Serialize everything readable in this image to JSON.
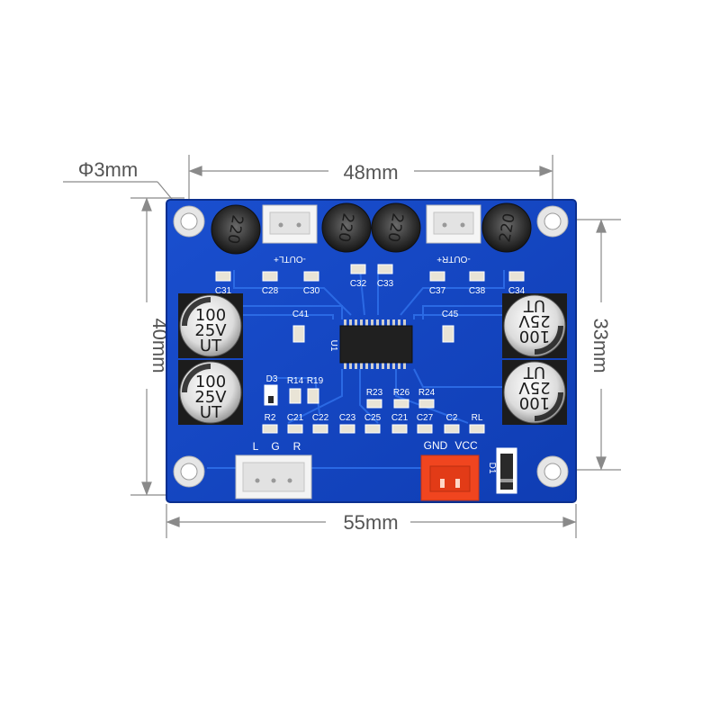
{
  "dimensions": {
    "hole": "Φ3mm",
    "width_holes": "48mm",
    "height_board": "40mm",
    "height_holes": "33mm",
    "width_board": "55mm"
  },
  "capacitors_top": {
    "c1": "220",
    "c2": "220",
    "c3": "220",
    "c4": "220"
  },
  "capacitors_big": {
    "c1": {
      "value": "100",
      "voltage": "25V",
      "brand": "UT"
    },
    "c2": {
      "value": "100",
      "voltage": "25V",
      "brand": "UT"
    },
    "c3": {
      "value": "100",
      "voltage": "25V",
      "brand": "UT"
    },
    "c4": {
      "value": "100",
      "voltage": "25V",
      "brand": "UT"
    }
  },
  "silkscreen": {
    "outl": "-OUTL+",
    "outr": "-OUTR+",
    "c31": "C31",
    "c28": "C28",
    "c30": "C30",
    "c32": "C32",
    "c33": "C33",
    "c37": "C37",
    "c38": "C38",
    "c34": "C34",
    "c41": "C41",
    "c45": "C45",
    "u1": "U1",
    "d3": "D3",
    "r14": "R14",
    "r19": "R19",
    "r23": "R23",
    "r26": "R26",
    "r24": "R24",
    "r2": "R2",
    "c21a": "C21",
    "c22": "C22",
    "c23": "C23",
    "c25": "C25",
    "c21b": "C21",
    "c27": "C27",
    "c2": "C2",
    "rl": "RL",
    "l": "L",
    "g": "G",
    "r": "R",
    "gnd": "GND",
    "vcc": "VCC",
    "d1": "D1"
  }
}
